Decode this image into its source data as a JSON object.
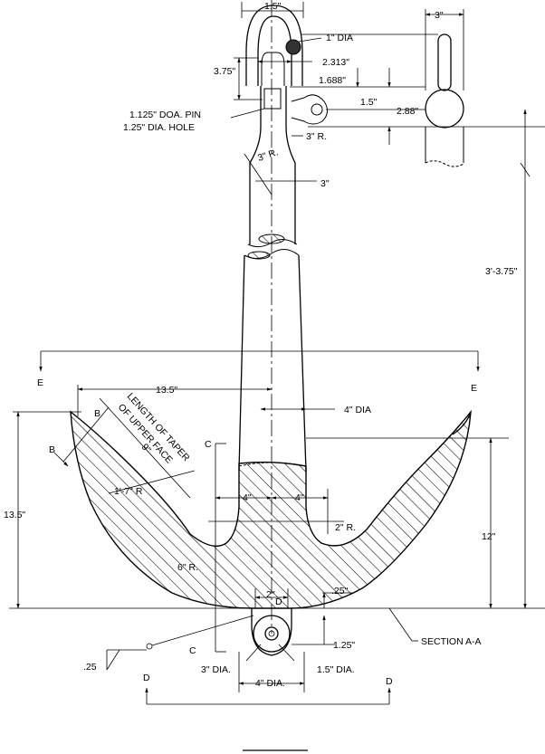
{
  "drawing": {
    "dims": {
      "shackle_opening": "1.5\"",
      "shackle_pin_dia": "1\" DIA",
      "shackle_inner_height": "3.75\"",
      "shackle_width": "2.313\"",
      "eye_offset": "1.688\"",
      "eye_dim": "1.5\"",
      "eye_spacing": "2.88\"",
      "pin_note_1": "1.125\" DOA. PIN",
      "pin_note_2": "1.25\" DIA. HOLE",
      "neck_radius": "3\" R.",
      "taper_radius": "3\" R.",
      "shank_width": "3\"",
      "side_view_width": "3\"",
      "overall_length": "3'-3.75\"",
      "fluke_half_span": "13.5\"",
      "shank_dia": "4\" DIA",
      "fluke_height": "13.5\"",
      "taper_note_1": "LENGTH OF TAPER",
      "taper_note_2": "OF UPPER FACE",
      "taper_length": "9\"",
      "fluke_radius": "1'-7\" R",
      "left_offset": "4\"",
      "right_offset": "4\"",
      "crown_radius_small": "2\" R.",
      "crown_radius_large": "6\" R.",
      "crown_height": "12\"",
      "bottom_gap": ".25\"",
      "base_width": "2\"",
      "ring_thickness": "1.25\"",
      "ring_outer_dia": "3\" DIA.",
      "ring_inner_dia": "1.5\" DIA.",
      "ring_base_dia": "4\" DIA.",
      "section_label": "SECTION A-A",
      "weld_size": ".25"
    },
    "labels": {
      "section_e_left": "E",
      "section_e_right": "E",
      "section_b_upper": "B",
      "section_b_lower": "B",
      "section_c_upper": "C",
      "section_c_lower": "C",
      "section_d_center": "D",
      "section_d_left": "D",
      "section_d_right": "D"
    }
  }
}
